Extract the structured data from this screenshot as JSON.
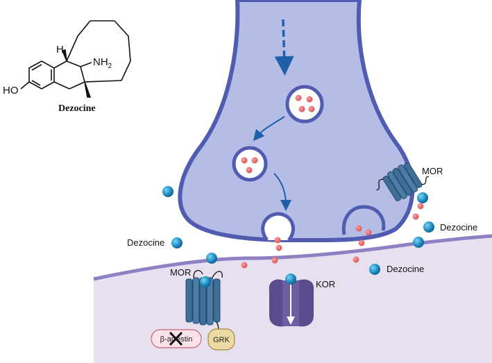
{
  "structure": {
    "compound_name": "Dezocine",
    "label_H": "H",
    "label_NH2": "NH",
    "label_NH2_sub": "2",
    "label_HO": "HO"
  },
  "labels": {
    "mor_presynaptic": "MOR",
    "mor_postsynaptic": "MOR",
    "kor": "KOR",
    "dezocine_left": "Dezocine",
    "dezocine_right_upper": "Dezocine",
    "dezocine_right_lower": "Dezocine",
    "beta_arrestin": "β-arrestin",
    "grk": "GRK"
  },
  "colors": {
    "neuron_fill": "#b5bce6",
    "neuron_stroke": "#4f5cb0",
    "postsynaptic_fill": "#e7e0ef",
    "postsynaptic_stroke": "#8f80c4",
    "receptor": "#3f6f97",
    "kor": "#5b4a8c",
    "ligand": "#1e8fc4",
    "neurotransmitter": "#e06060",
    "arrow": "#1f5fa8",
    "arrestin_fill": "#fbe3ea",
    "grk_fill": "#ecd9a4"
  }
}
